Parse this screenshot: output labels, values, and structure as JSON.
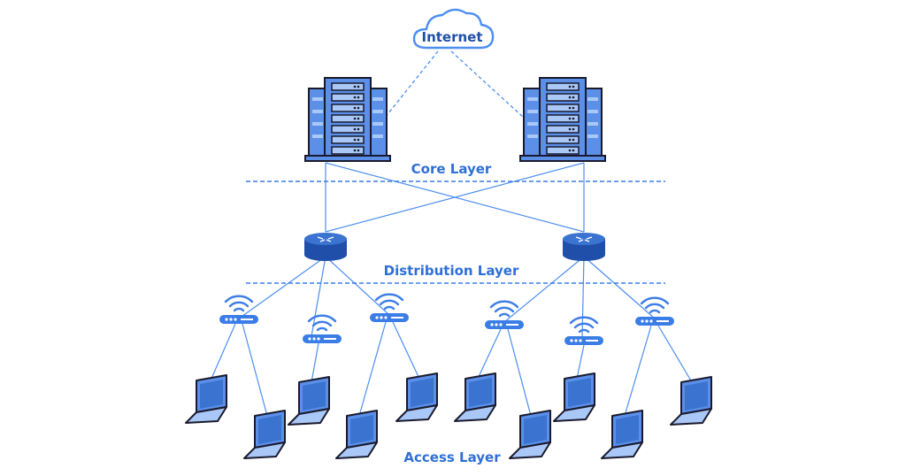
{
  "nodes": {
    "internet": {
      "label": "Internet"
    }
  },
  "layers": {
    "core": "Core Layer",
    "distribution": "Distribution Layer",
    "access": "Access Layer"
  },
  "icons": {
    "cloud": "cloud-icon",
    "server": "server-rack-icon",
    "router": "router-icon",
    "access_point": "wireless-access-point-icon",
    "laptop": "laptop-icon"
  },
  "colors": {
    "accent": "#2f6fd6",
    "line": "#4d8ef0",
    "device_fill": "#5b8fe8",
    "device_light": "#a9c8f7",
    "outline": "#1a1a2e"
  }
}
